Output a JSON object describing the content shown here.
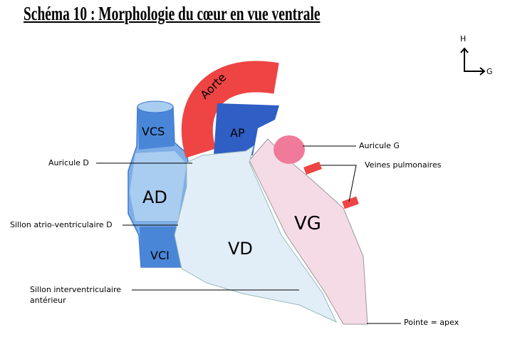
{
  "title": "Schéma 10 : Morphologie du cœur en vue ventrale",
  "compass": {
    "up": "H",
    "right": "G"
  },
  "structures": {
    "aorte": "Aorte",
    "ap": "AP",
    "vcs": "VCS",
    "ad": "AD",
    "vci": "VCI",
    "vd": "VD",
    "vg": "VG"
  },
  "annotations": {
    "auricule_d": "Auricule D",
    "sillon_av_d": "Sillon atrio-ventriculaire D",
    "sillon_iv_1": "Sillon interventriculaire",
    "sillon_iv_2": "antérieur",
    "auricule_g": "Auricule G",
    "veines_pulm": "Veines pulmonaires",
    "pointe": "Pointe = apex"
  },
  "colors": {
    "red": "#ee4444",
    "blue": "#3f78d0",
    "lightblue": "#a9cdf0",
    "vd": "#e2eef7",
    "vg": "#f5dbe6",
    "auricule_g": "#f07a99"
  }
}
